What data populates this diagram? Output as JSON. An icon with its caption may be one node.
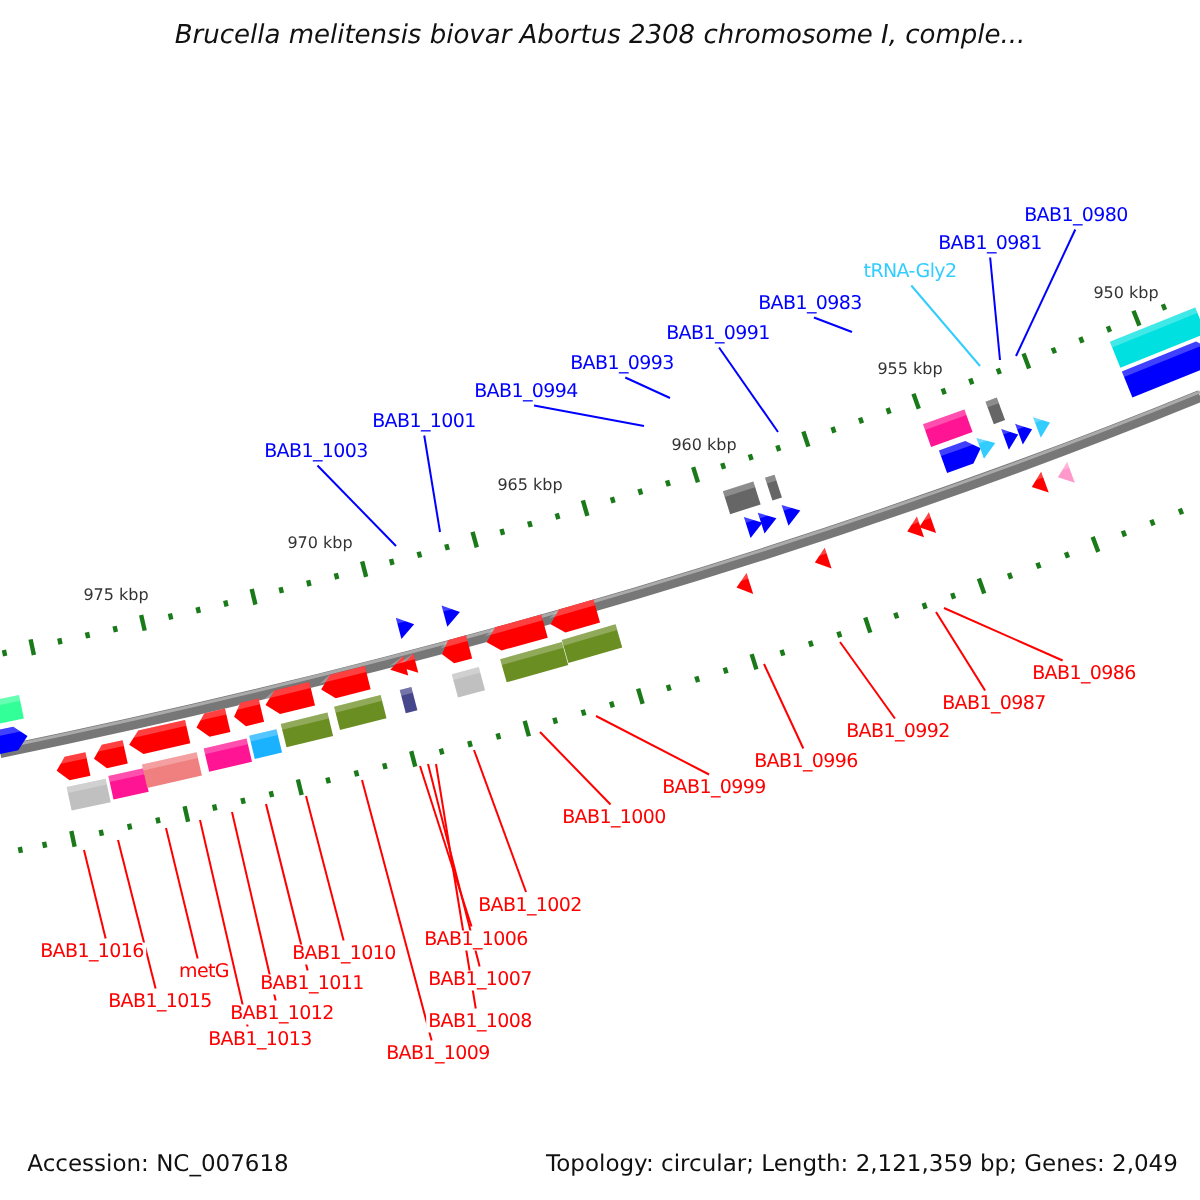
{
  "diagram": {
    "title": "Brucella melitensis biovar Abortus 2308 chromosome I, comple...",
    "nodes": [
      {
        "text": [
          "BAB1_1003"
        ]
      },
      {
        "text": [
          "BAB1_1001"
        ]
      },
      {
        "text": [
          "BAB1_0994"
        ]
      },
      {
        "text": [
          "BAB1_0993"
        ]
      },
      {
        "text": [
          "BAB1_0991"
        ]
      },
      {
        "text": [
          "BAB1_0983"
        ]
      },
      {
        "text": [
          "tRNA-Gly2"
        ]
      },
      {
        "text": [
          "BAB1_0981"
        ]
      },
      {
        "text": [
          "BAB1_0980"
        ]
      },
      {
        "text": [
          "BAB1_0986"
        ]
      },
      {
        "text": [
          "BAB1_0987"
        ]
      },
      {
        "text": [
          "BAB1_0992"
        ]
      },
      {
        "text": [
          "BAB1_0996"
        ]
      },
      {
        "text": [
          "BAB1_0999"
        ]
      },
      {
        "text": [
          "BAB1_1000"
        ]
      },
      {
        "text": [
          "BAB1_1002"
        ]
      },
      {
        "text": [
          "BAB1_1006"
        ]
      },
      {
        "text": [
          "BAB1_1007"
        ]
      },
      {
        "text": [
          "BAB1_1008"
        ]
      },
      {
        "text": [
          "BAB1_1009"
        ]
      },
      {
        "text": [
          "BAB1_1010"
        ]
      },
      {
        "text": [
          "BAB1_1011"
        ]
      },
      {
        "text": [
          "BAB1_1012"
        ]
      },
      {
        "text": [
          "BAB1_1013"
        ]
      },
      {
        "text": [
          "metG"
        ]
      },
      {
        "text": [
          "BAB1_1015"
        ]
      },
      {
        "text": [
          "BAB1_1016"
        ]
      }
    ],
    "edges": [
      {
        "from": 0,
        "to": null,
        "arrow": "none",
        "color": "#0000ff"
      },
      {
        "from": 1,
        "to": null,
        "arrow": "none",
        "color": "#0000ff"
      },
      {
        "from": 2,
        "to": null,
        "arrow": "none",
        "color": "#0000ff"
      },
      {
        "from": 3,
        "to": null,
        "arrow": "none",
        "color": "#0000ff"
      },
      {
        "from": 4,
        "to": null,
        "arrow": "none",
        "color": "#0000ff"
      },
      {
        "from": 5,
        "to": null,
        "arrow": "none",
        "color": "#0000ff"
      },
      {
        "from": 6,
        "to": null,
        "arrow": "none",
        "color": "#33ccff"
      },
      {
        "from": 7,
        "to": null,
        "arrow": "none",
        "color": "#0000ff"
      },
      {
        "from": 8,
        "to": null,
        "arrow": "none",
        "color": "#0000ff"
      },
      {
        "from": 9,
        "to": null,
        "arrow": "none"
      },
      {
        "from": 10,
        "to": null,
        "arrow": "none"
      },
      {
        "from": 11,
        "to": null,
        "arrow": "none"
      },
      {
        "from": 12,
        "to": null,
        "arrow": "none"
      },
      {
        "from": 13,
        "to": null,
        "arrow": "none"
      },
      {
        "from": 14,
        "to": null,
        "arrow": "none"
      },
      {
        "from": 15,
        "to": null,
        "arrow": "none"
      },
      {
        "from": 16,
        "to": null,
        "arrow": "none"
      },
      {
        "from": 17,
        "to": null,
        "arrow": "none"
      },
      {
        "from": 18,
        "to": null,
        "arrow": "none"
      },
      {
        "from": 19,
        "to": null,
        "arrow": "none"
      },
      {
        "from": 20,
        "to": null,
        "arrow": "none"
      },
      {
        "from": 21,
        "to": null,
        "arrow": "none"
      },
      {
        "from": 22,
        "to": null,
        "arrow": "none"
      },
      {
        "from": 23,
        "to": null,
        "arrow": "none"
      },
      {
        "from": 24,
        "to": null,
        "arrow": "none"
      },
      {
        "from": 25,
        "to": null,
        "arrow": "none"
      },
      {
        "from": 26,
        "to": null,
        "arrow": "none"
      }
    ],
    "labels": [
      "950 kbp",
      "955 kbp",
      "960 kbp",
      "965 kbp",
      "970 kbp",
      "975 kbp",
      "Accession: NC_007618",
      "Topology: circular; Length: 2,121,359 bp; Genes: 2,049"
    ]
  }
}
